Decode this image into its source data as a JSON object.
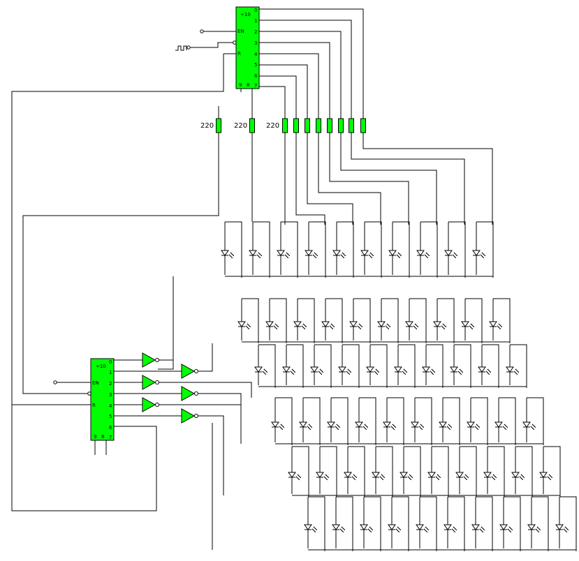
{
  "counter_top": {
    "title": "÷10",
    "left_pins": [
      "EN",
      "R"
    ],
    "right_pins": [
      "0",
      "1",
      "2",
      "3",
      "4",
      "5",
      "6",
      "7"
    ],
    "bottom_pins": [
      "9",
      "8",
      "7"
    ]
  },
  "counter_bottom": {
    "title": "÷10",
    "left_pins": [
      "EN",
      "R"
    ],
    "right_pins": [
      "0",
      "1",
      "2",
      "3",
      "4",
      "5",
      "6",
      "7"
    ],
    "bottom_pins": [
      "9",
      "8",
      "7"
    ]
  },
  "resistors": [
    {
      "label": "220"
    },
    {
      "label": "220"
    },
    {
      "label": "220"
    }
  ],
  "clock_icon": "square-wave-icon",
  "led_icon": "led-icon",
  "buffer_icon": "inverter-buffer-icon",
  "colors": {
    "component": "#00ff00",
    "wire": "#000000"
  }
}
